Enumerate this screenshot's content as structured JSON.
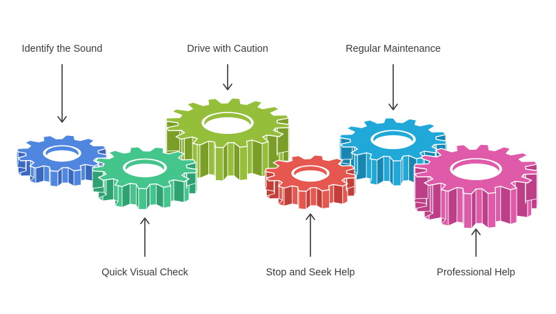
{
  "steps": [
    {
      "label": "Identify the Sound",
      "color": "#4f86e0",
      "side": "#3a68c0",
      "label_position": "top"
    },
    {
      "label": "Quick Visual Check",
      "color": "#43c58c",
      "side": "#2fa271",
      "label_position": "bottom"
    },
    {
      "label": "Drive with Caution",
      "color": "#95be3a",
      "side": "#7a9e28",
      "label_position": "top"
    },
    {
      "label": "Stop and Seek Help",
      "color": "#e5574f",
      "side": "#c23f39",
      "label_position": "bottom"
    },
    {
      "label": "Regular Maintenance",
      "color": "#20a9d8",
      "side": "#1787b1",
      "label_position": "top"
    },
    {
      "label": "Professional Help",
      "color": "#df5aa9",
      "side": "#bd3f88",
      "label_position": "bottom"
    }
  ]
}
